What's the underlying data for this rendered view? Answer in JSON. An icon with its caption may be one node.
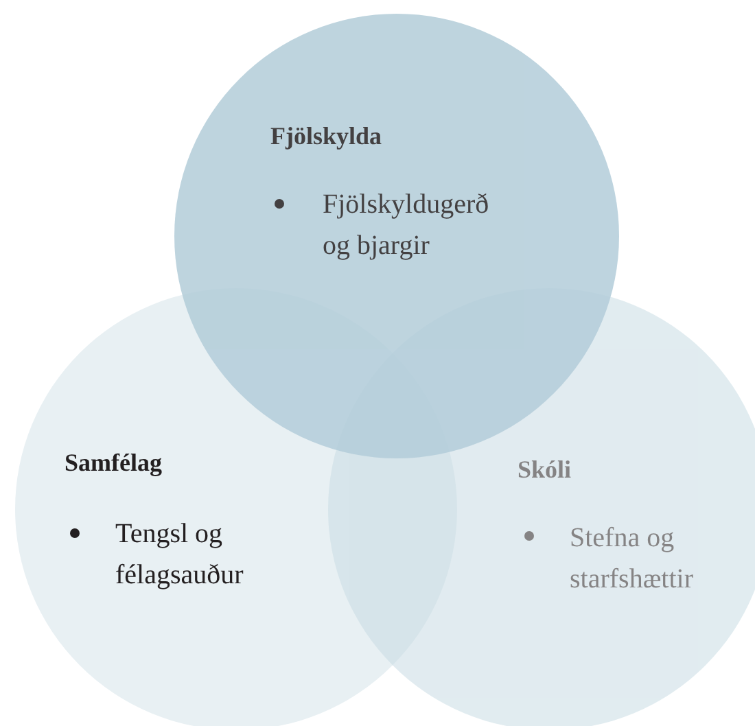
{
  "diagram": {
    "nodes": [
      {
        "text": [
          "Samfélag",
          "Tengsl og félagsauður"
        ]
      },
      {
        "text": [
          "Skóli",
          "Stefna og starfshættir"
        ]
      },
      {
        "text": [
          "Fjölskylda",
          "Fjölskyldugerð og bjargir"
        ]
      }
    ]
  }
}
